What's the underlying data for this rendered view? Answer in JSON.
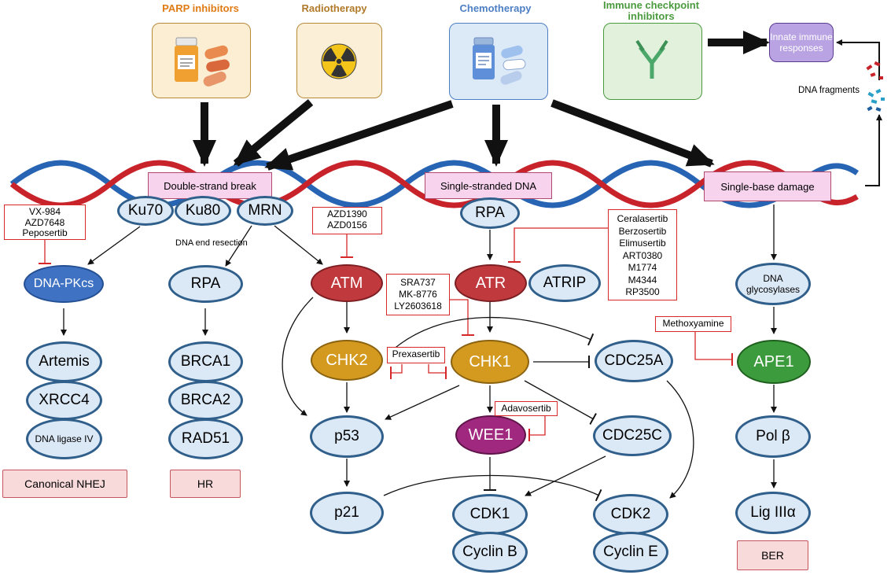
{
  "treatments": {
    "parp": "PARP inhibitors",
    "radio": "Radiotherapy",
    "chemo": "Chemotherapy",
    "icb": "Immune checkpoint inhibitors"
  },
  "innate": "Innate immune responses",
  "dna_fragments": "DNA fragments",
  "damage": {
    "dsb": "Double-strand break",
    "ssdna": "Single-stranded DNA",
    "sbd": "Single-base damage"
  },
  "nodes": {
    "ku70": "Ku70",
    "ku80": "Ku80",
    "mrn": "MRN",
    "dna_pkcs": "DNA-PKcs",
    "artemis": "Artemis",
    "xrcc4": "XRCC4",
    "ligase4": "DNA ligase IV",
    "rpa_left": "RPA",
    "brca1": "BRCA1",
    "brca2": "BRCA2",
    "rad51": "RAD51",
    "atm": "ATM",
    "chk2": "CHK2",
    "p53": "p53",
    "p21": "p21",
    "rpa_top": "RPA",
    "atr": "ATR",
    "atrip": "ATRIP",
    "chk1": "CHK1",
    "wee1": "WEE1",
    "cdc25a": "CDC25A",
    "cdc25c": "CDC25C",
    "cdk1": "CDK1",
    "cyclinb": "Cyclin B",
    "cdk2": "CDK2",
    "cycline": "Cyclin E",
    "glycosylases": "DNA glycosylases",
    "ape1": "APE1",
    "polb": "Pol β",
    "lig3": "Lig IIIα"
  },
  "dna_end_resection": "DNA end resection",
  "inhibitors": {
    "dnapk": [
      "VX-984",
      "AZD7648",
      "Peposertib"
    ],
    "atm": [
      "AZD1390",
      "AZD0156"
    ],
    "atr": [
      "Ceralasertib",
      "Berzosertib",
      "Elimusertib",
      "ART0380",
      "M1774",
      "M4344",
      "RP3500"
    ],
    "chk1": [
      "SRA737",
      "MK-8776",
      "LY2603618"
    ],
    "prexasertib": "Prexasertib",
    "adavosertib": "Adavosertib",
    "methoxyamine": "Methoxyamine"
  },
  "pathways": {
    "nhej": "Canonical NHEJ",
    "hr": "HR",
    "ber": "BER"
  },
  "colors": {
    "parp": "#e07b14",
    "radio": "#b07a2a",
    "chemo": "#4d7fc4",
    "icb": "#4a9a3e",
    "atm": "#c0393d",
    "chk": "#d39a1f",
    "wee1": "#a0297f",
    "ape1": "#3c9b3c",
    "dnapkcs": "#3f72c2"
  }
}
